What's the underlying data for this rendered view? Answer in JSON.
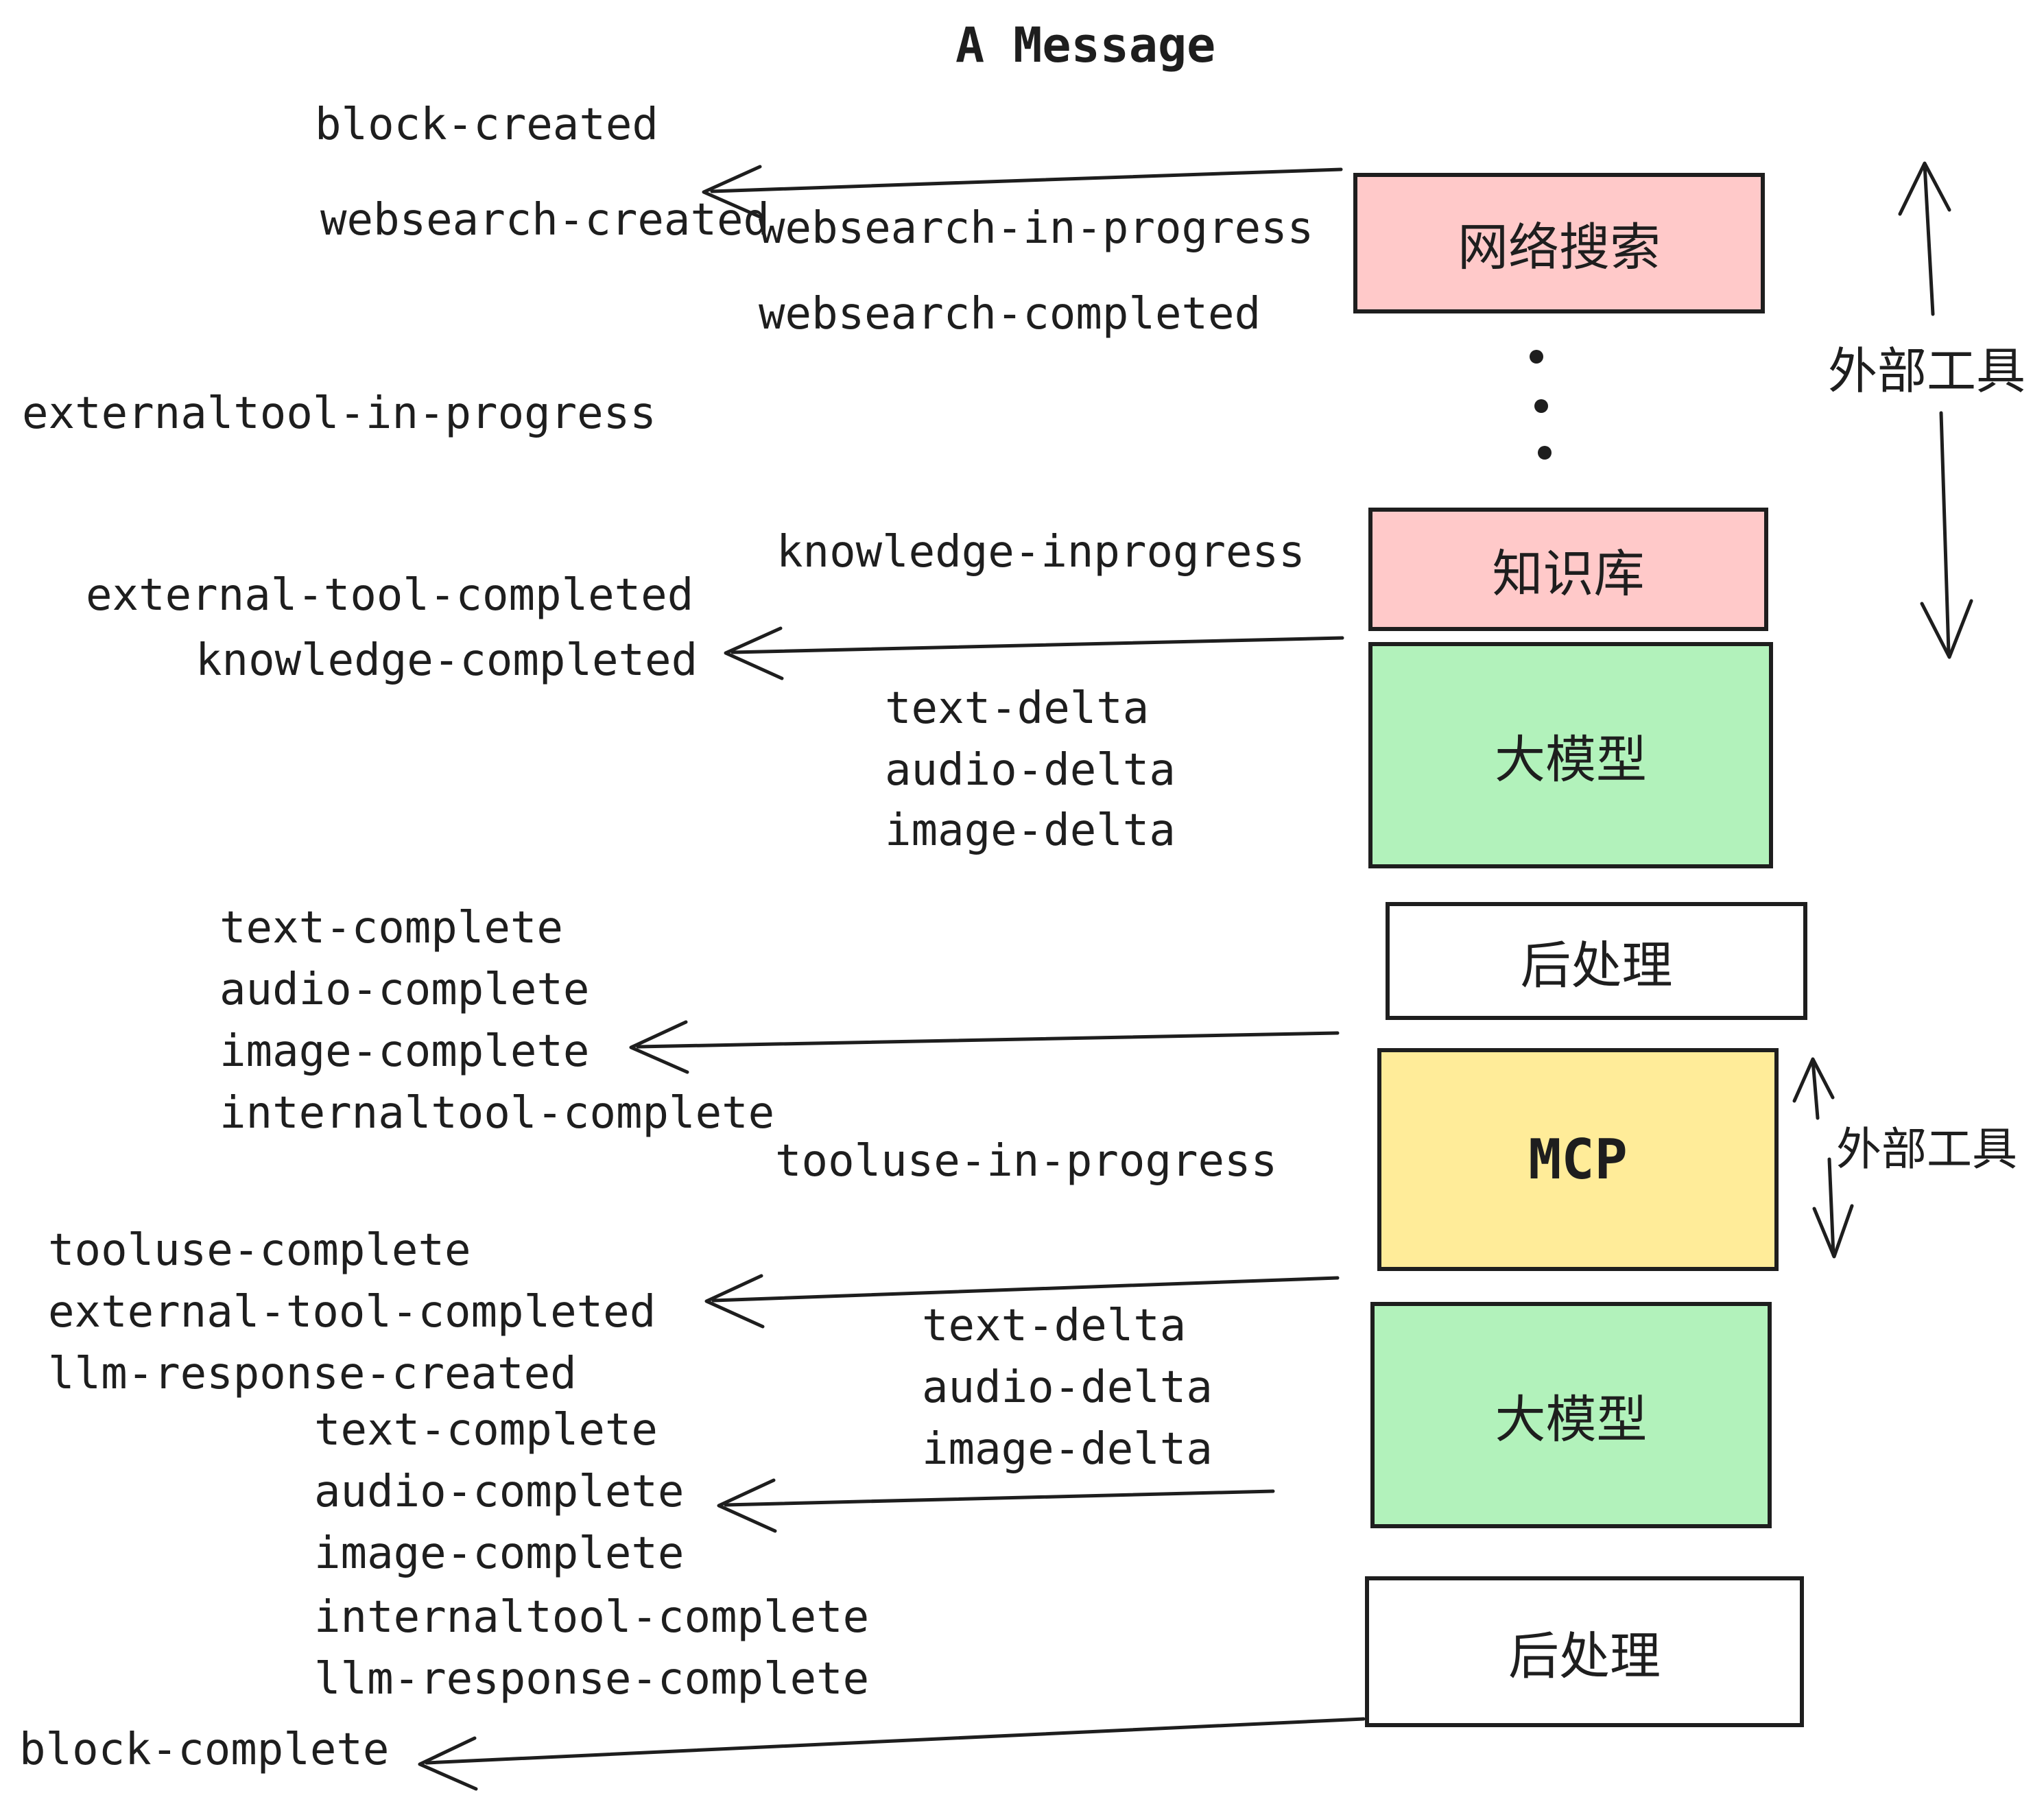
{
  "title": "A Message",
  "colors": {
    "ink": "#1e1e1e",
    "pink": "#FFC9C9",
    "green": "#B2F2BB",
    "yellow": "#FFEC99",
    "white": "#FFFFFF"
  },
  "boxes": [
    {
      "label": "网络搜索",
      "color": "#FFC9C9"
    },
    {
      "label": "知识库",
      "color": "#FFC9C9"
    },
    {
      "label": "大模型",
      "color": "#B2F2BB"
    },
    {
      "label": "后处理",
      "color": "#FFFFFF"
    },
    {
      "label": "MCP",
      "color": "#FFEC99"
    },
    {
      "label": "大模型",
      "color": "#B2F2BB"
    },
    {
      "label": "后处理",
      "color": "#FFFFFF"
    }
  ],
  "side_labels": [
    {
      "label": "外部工具"
    },
    {
      "label": "外部工具"
    }
  ],
  "events": [
    "block-created",
    "websearch-created",
    "websearch-in-progress",
    "websearch-completed",
    "externaltool-in-progress",
    "knowledge-inprogress",
    "external-tool-completed",
    "knowledge-completed",
    "text-delta",
    "audio-delta",
    "image-delta",
    "text-complete",
    "audio-complete",
    "image-complete",
    "internaltool-complete",
    "tooluse-in-progress",
    "tooluse-complete",
    "external-tool-completed",
    "llm-response-created",
    "text-delta",
    "audio-delta",
    "image-delta",
    "text-complete",
    "audio-complete",
    "image-complete",
    "internaltool-complete",
    "llm-response-complete",
    "block-complete"
  ]
}
